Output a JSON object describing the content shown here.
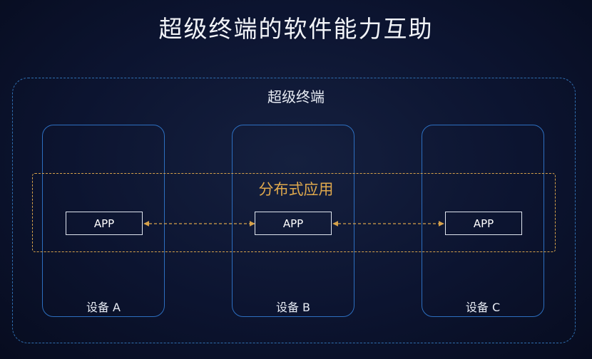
{
  "title": "超级终端的软件能力互助",
  "super_terminal": {
    "label": "超级终端"
  },
  "distributed_app": {
    "label": "分布式应用"
  },
  "devices": [
    {
      "label": "设备 A",
      "app": "APP"
    },
    {
      "label": "设备 B",
      "app": "APP"
    },
    {
      "label": "设备 C",
      "app": "APP"
    }
  ],
  "colors": {
    "background": "#0c1430",
    "device_border": "#2d6fc0",
    "distributed_border": "#d7a24a",
    "distributed_text": "#e0a94d",
    "text": "#ffffff"
  }
}
